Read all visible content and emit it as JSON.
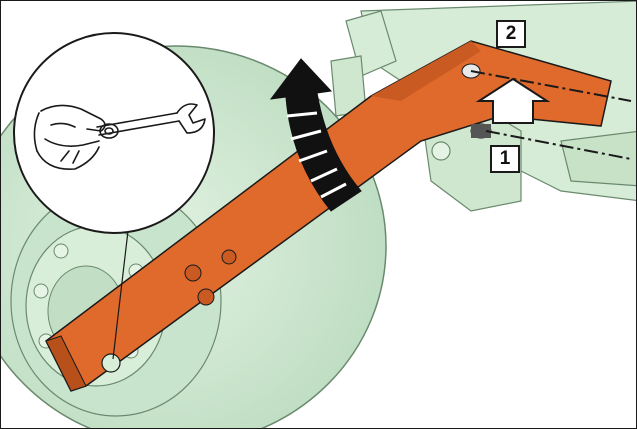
{
  "figure": {
    "callouts": [
      {
        "id": "1",
        "label": "1"
      },
      {
        "id": "2",
        "label": "2"
      }
    ],
    "colors": {
      "machine_green": "#d6ecd6",
      "machine_shadow": "#b8d8bc",
      "arm_orange": "#e06a2c",
      "arm_shadow": "#b8501c",
      "outline": "#1a1a1a"
    },
    "icons": [
      "wrench-in-hand-icon",
      "rotate-up-arrow-icon",
      "lift-up-arrow-icon"
    ]
  }
}
